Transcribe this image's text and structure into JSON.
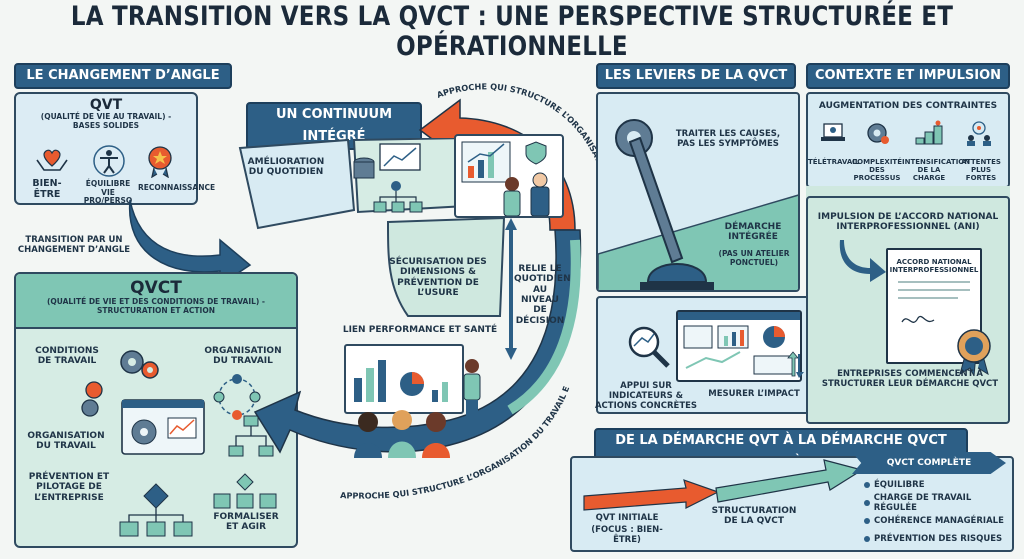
{
  "title": "LA TRANSITION VERS LA QVCT : UNE PERSPECTIVE STRUCTURÉE ET OPÉRATIONNELLE",
  "left": {
    "header": "LE CHANGEMENT D’ANGLE",
    "qvt": {
      "title": "QVT",
      "subtitle": "(QUALITÉ DE VIE AU TRAVAIL) - BASES SOLIDES",
      "items": [
        "BIEN-ÊTRE",
        "ÉQUILIBRE VIE PRO/PERSO",
        "RECONNAISSANCE"
      ]
    },
    "transition": "TRANSITION PAR UN CHANGEMENT D’ANGLE",
    "qvct": {
      "title": "QVCT",
      "subtitle": "(QUALITÉ DE VIE ET DES CONDITIONS DE TRAVAIL) - STRUCTURATION ET ACTION",
      "items": [
        "CONDITIONS DE TRAVAIL",
        "ORGANISATION DU TRAVAIL",
        "ORGANISATION DU TRAVAIL",
        "PRÉVENTION ET PILOTAGE DE L’ENTREPRISE",
        "FORMALISER ET AGIR"
      ]
    }
  },
  "middle": {
    "header": "UN CONTINUUM INTÉGRÉ",
    "arc_top": "APPROCHE QUI STRUCTURE L’ORGANISATION DU TRAVAIL ET LE DÉPLOIEMENT DE L’ACTIVITÉ",
    "arc_bottom": "APPROCHE QUI STRUCTURE L’ORGANISATION DU TRAVAIL ET LE DÉPLOIEMENT DE L’ACTIVITÉ",
    "amelioration": "AMÉLIORATION DU QUOTIDIEN",
    "securisation": "SÉCURISATION DES DIMENSIONS & PRÉVENTION DE L’USURE",
    "relie": "RELIE LE QUOTIDIEN AU NIVEAU DE DÉCISION",
    "lien": "LIEN PERFORMANCE ET SANTÉ"
  },
  "leviers": {
    "header": "LES LEVIERS DE LA QVCT",
    "causes": "TRAITER LES CAUSES, PAS LES SYMPTÔMES",
    "demarche": "DÉMARCHE INTÉGRÉE",
    "demarche_sub": "(PAS UN ATELIER PONCTUEL)",
    "appui": "APPUI SUR INDICATEURS & ACTIONS CONCRÈTES",
    "mesurer": "MESURER L’IMPACT"
  },
  "contexte": {
    "header": "CONTEXTE ET IMPULSION",
    "augmentation": "AUGMENTATION DES CONTRAINTES",
    "items": [
      "TÉLÉTRAVAIL",
      "COMPLEXITÉ DES PROCESSUS",
      "INTENSIFICATION DE LA CHARGE",
      "ATTENTES PLUS FORTES"
    ],
    "impulsion": "IMPULSION DE L’ACCORD NATIONAL INTERPROFESSIONNEL (ANI)",
    "doc": "ACCORD NATIONAL INTERPROFESSIONNEL",
    "entreprises": "ENTREPRISES COMMENCENT À STRUCTURER LEUR DÉMARCHE QVCT"
  },
  "bottom": {
    "header": "DE LA DÉMARCHE QVT À LA DÉMARCHE QVCT COMPLÈTE",
    "qvt_initiale": "QVT INITIALE",
    "qvt_initiale_sub": "(FOCUS : BIEN-ÊTRE)",
    "structuration": "STRUCTURATION DE LA QVCT",
    "complete": "QVCT COMPLÈTE",
    "list": [
      "ÉQUILIBRE",
      "CHARGE DE TRAVAIL RÉGULÉE",
      "COHÉRENCE MANAGÉRIALE",
      "PRÉVENTION DES RISQUES"
    ]
  },
  "colors": {
    "navy": "#2d5f86",
    "teal": "#7fc6b4",
    "orange": "#e85b2f",
    "lightblue": "#d8ebf3",
    "mint": "#cfe8df"
  }
}
